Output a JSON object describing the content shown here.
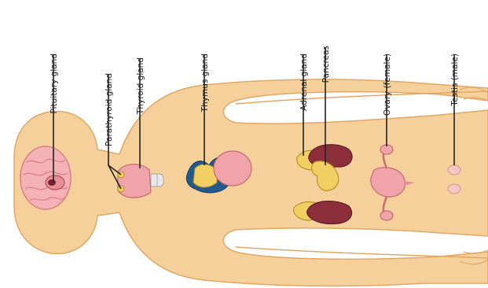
{
  "labels": {
    "pituitary": "Pituitary gland",
    "parathyroid": "Parathyroid gland",
    "thyroid": "Thyroid gland",
    "thymus": "Thymus gland",
    "adrenal": "Adrenal gland",
    "pancreas": "Pancreas",
    "ovary": "Ovary (female)",
    "testis": "Testis (male)"
  },
  "colors": {
    "skin": "#f6d09b",
    "skin_outline": "#e0a866",
    "brain": "#f4b2b6",
    "kidney": "#8c2f3a",
    "gland_yellow": "#f2cf63",
    "thymus_blue": "#235a8c",
    "organ_pink": "#f0a3a8",
    "leader_line": "#222222"
  }
}
